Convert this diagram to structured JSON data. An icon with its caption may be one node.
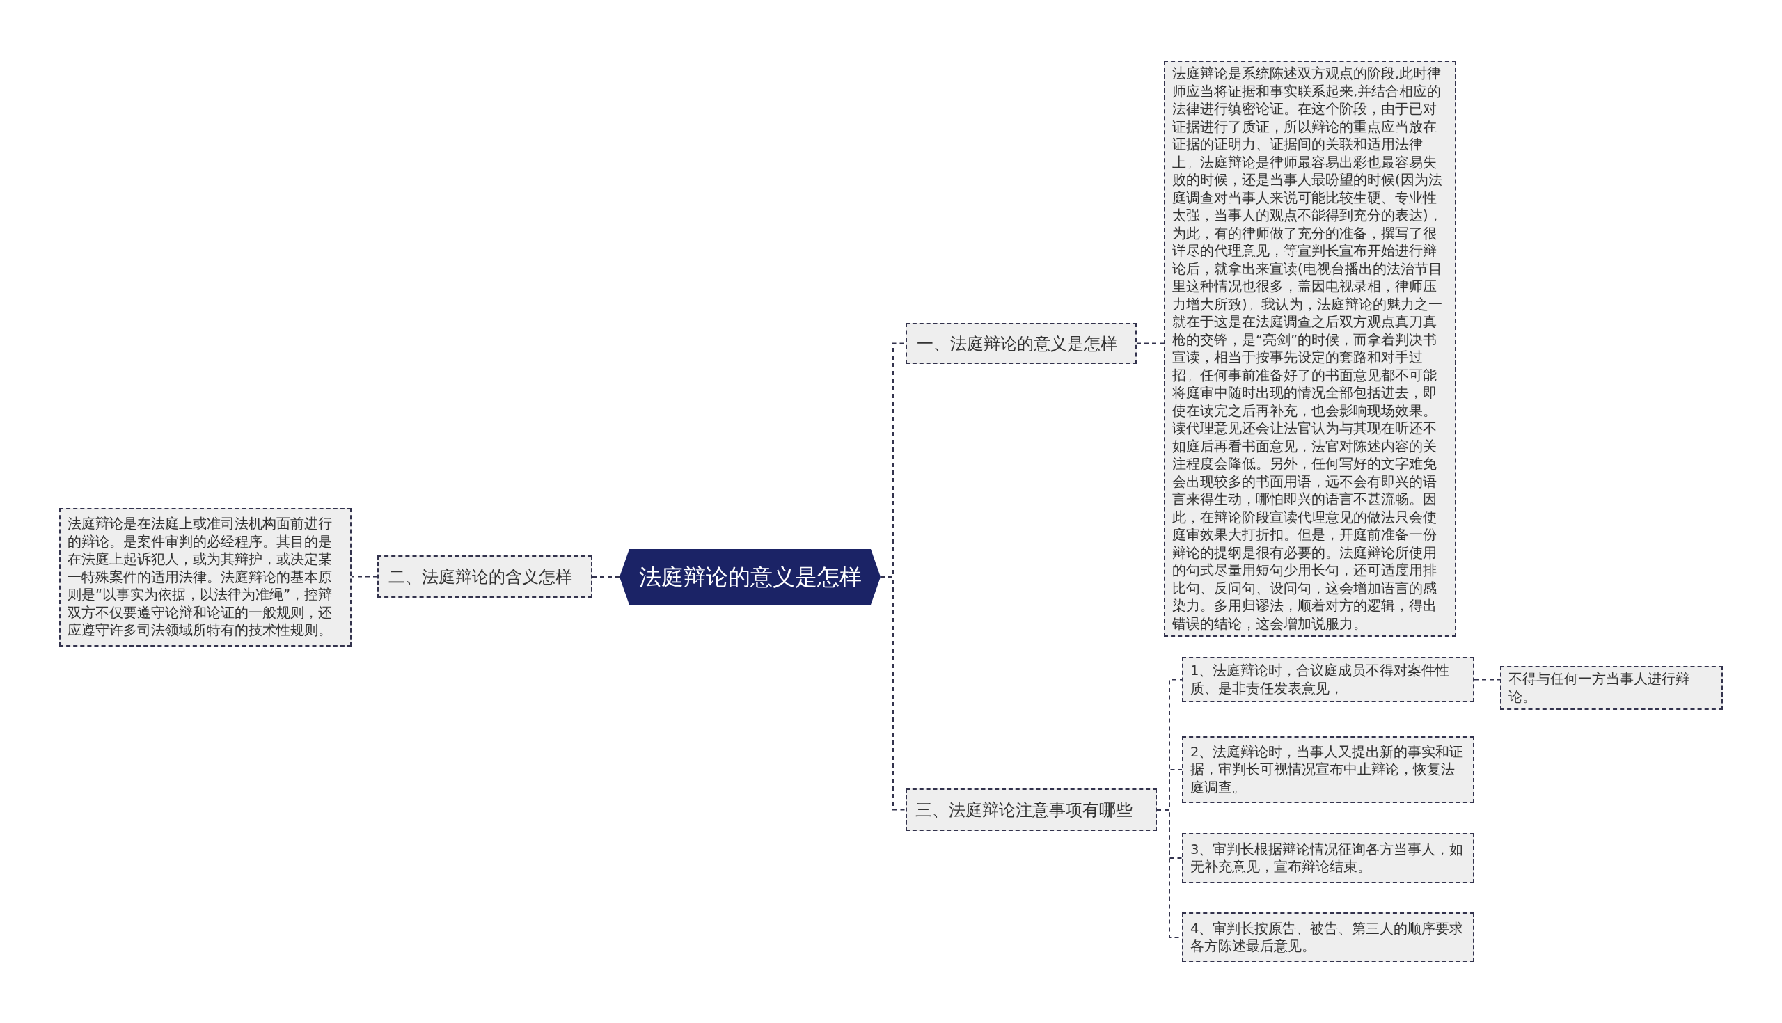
{
  "diagram": {
    "nodes": [
      {
        "text": [
          "法庭辩论的意义是怎样"
        ]
      },
      {
        "text": [
          "一、法庭辩论的意义是怎样"
        ]
      },
      {
        "text": [
          "法庭辩论是系统陈述双方观点的阶段,此时律师应当将证据和事实联系起来,并结合相应的法律进行缜密论证。在这个阶段，由于已对证据进行了质证，所以辩论的重点应当放在证据的证明力、证据间的关联和适用法律上。法庭辩论是律师最容易出彩也最容易失败的时候，还是当事人最盼望的时候(因为法庭调查对当事人来说可能比较生硬、专业性太强，当事人的观点不能得到充分的表达)，为此，有的律师做了充分的准备，撰写了很详尽的代理意见，等宣判长宣布开始进行辩论后，就拿出来宣读(电视台播出的法治节目里这种情况也很多，盖因电视录相，律师压力增大所致)。我认为，法庭辩论的魅力之一就在于这是在法庭调查之后双方观点真刀真枪的交锋，是“亮剑”的时候，而拿着判决书宣读，相当于按事先设定的套路和对手过招。任何事前准备好了的书面意见都不可能将庭审中随时出现的情况全部包括进去，即使在读完之后再补充，也会影响现场效果。读代理意见还会让法官认为与其现在听还不如庭后再看书面意见，法官对陈述内容的关注程度会降低。另外，任何写好的文字难免会出现较多的书面用语，远不会有即兴的语言来得生动，哪怕即兴的语言不甚流畅。因此，在辩论阶段宣读代理意见的做法只会使庭审效果大打折扣。但是，开庭前准备一份辩论的提纲是很有必要的。法庭辩论所使用的句式尽量用短句少用长句，还可适度用排比句、反问句、设问句，这会增加语言的感染力。多用归谬法，顺着对方的逻辑，得出错误的结论，这会增加说服力。"
        ]
      },
      {
        "text": [
          "二、法庭辩论的含义怎样"
        ]
      },
      {
        "text": [
          "法庭辩论是在法庭上或准司法机构面前进行的辩论。是案件审判的必经程序。其目的是在法庭上起诉犯人，或为其辩护，或决定某一特殊案件的适用法律。法庭辩论的基本原则是“以事实为依据，以法律为准绳”，控辩双方不仅要遵守论辩和论证的一般规则，还应遵守许多司法领域所特有的技术性规则。"
        ]
      },
      {
        "text": [
          "三、法庭辩论注意事项有哪些"
        ]
      },
      {
        "text": [
          "1、法庭辩论时，合议庭成员不得对案件性质、是非责任发表意见，"
        ]
      },
      {
        "text": [
          "不得与任何一方当事人进行辩论。"
        ]
      },
      {
        "text": [
          "2、法庭辩论时，当事人又提出新的事实和证据，审判长可视情况宣布中止辩论，恢复法庭调查。"
        ]
      },
      {
        "text": [
          "3、审判长根据辩论情况征询各方当事人，如无补充意见，宣布辩论结束。"
        ]
      },
      {
        "text": [
          "4、审判长按原告、被告、第三人的顺序要求各方陈述最后意见。"
        ]
      }
    ],
    "edges": [
      {
        "from": 0,
        "to": 1,
        "arrow": "none",
        "style": "dashed"
      },
      {
        "from": 1,
        "to": 2,
        "arrow": "none",
        "style": "dashed"
      },
      {
        "from": 0,
        "to": 3,
        "arrow": "none",
        "style": "dashed"
      },
      {
        "from": 3,
        "to": 4,
        "arrow": "none",
        "style": "dashed"
      },
      {
        "from": 0,
        "to": 5,
        "arrow": "none",
        "style": "dashed"
      },
      {
        "from": 5,
        "to": 6,
        "arrow": "none",
        "style": "dashed"
      },
      {
        "from": 6,
        "to": 7,
        "arrow": "none",
        "style": "dashed"
      },
      {
        "from": 5,
        "to": 8,
        "arrow": "none",
        "style": "dashed"
      },
      {
        "from": 5,
        "to": 9,
        "arrow": "none",
        "style": "dashed"
      },
      {
        "from": 5,
        "to": 10,
        "arrow": "none",
        "style": "dashed"
      }
    ]
  }
}
